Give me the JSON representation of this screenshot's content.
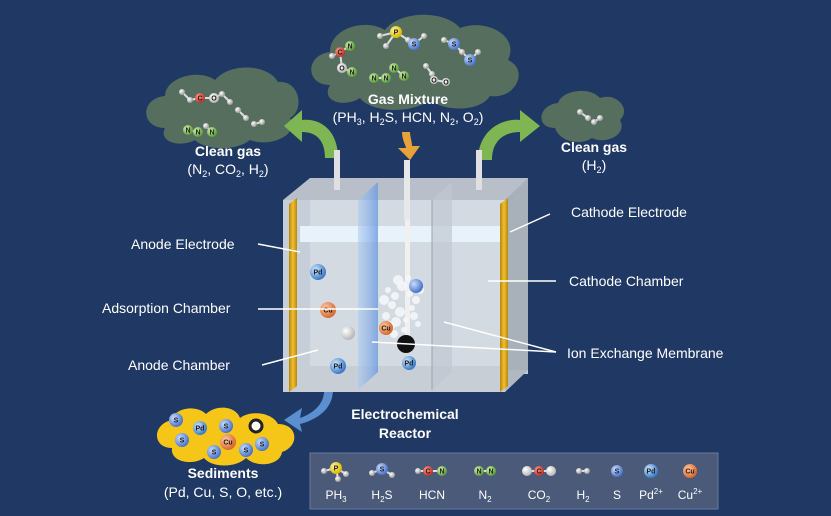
{
  "gas_mixture": {
    "title": "Gas Mixture",
    "formula": "(PH3, H2S, HCN, N2, O2)"
  },
  "clean_gas_left": {
    "title": "Clean gas",
    "formula": "(N2, CO2, H2)"
  },
  "clean_gas_right": {
    "title": "Clean gas",
    "formula": "(H2)"
  },
  "labels": {
    "anode_electrode": "Anode Electrode",
    "adsorption_chamber": "Adsorption Chamber",
    "anode_chamber": "Anode Chamber",
    "cathode_electrode": "Cathode Electrode",
    "cathode_chamber": "Cathode Chamber",
    "ion_exchange_membrane": "Ion Exchange Membrane",
    "reactor_line1": "Electrochemical",
    "reactor_line2": "Reactor"
  },
  "sediments": {
    "title": "Sediments",
    "formula": "(Pd, Cu, S, O, etc.)"
  },
  "legend": [
    {
      "label": "PH3",
      "icon": "ph3-molecule-icon"
    },
    {
      "label": "H2S",
      "icon": "h2s-molecule-icon"
    },
    {
      "label": "HCN",
      "icon": "hcn-molecule-icon"
    },
    {
      "label": "N2",
      "icon": "n2-molecule-icon"
    },
    {
      "label": "CO2",
      "icon": "co2-molecule-icon"
    },
    {
      "label": "H2",
      "icon": "h2-molecule-icon"
    },
    {
      "label": "S",
      "icon": "sulfur-atom-icon"
    },
    {
      "label": "Pd2+",
      "icon": "palladium-ion-icon"
    },
    {
      "label": "Cu2+",
      "icon": "copper-ion-icon"
    }
  ],
  "atoms": {
    "P": "P",
    "S": "S",
    "N": "N",
    "C": "C",
    "O": "O",
    "H": "H",
    "Pd": "Pd",
    "Cu": "Cu"
  },
  "colors": {
    "background": "#1f3864",
    "cloud": "#4e6e5a",
    "arrow": "#7fb552",
    "gas_arrow": "#e8a23a",
    "sediment_arrow": "#5b8fd0",
    "electrode": "#e0a820",
    "sediment_cloud": "#f5c518"
  }
}
